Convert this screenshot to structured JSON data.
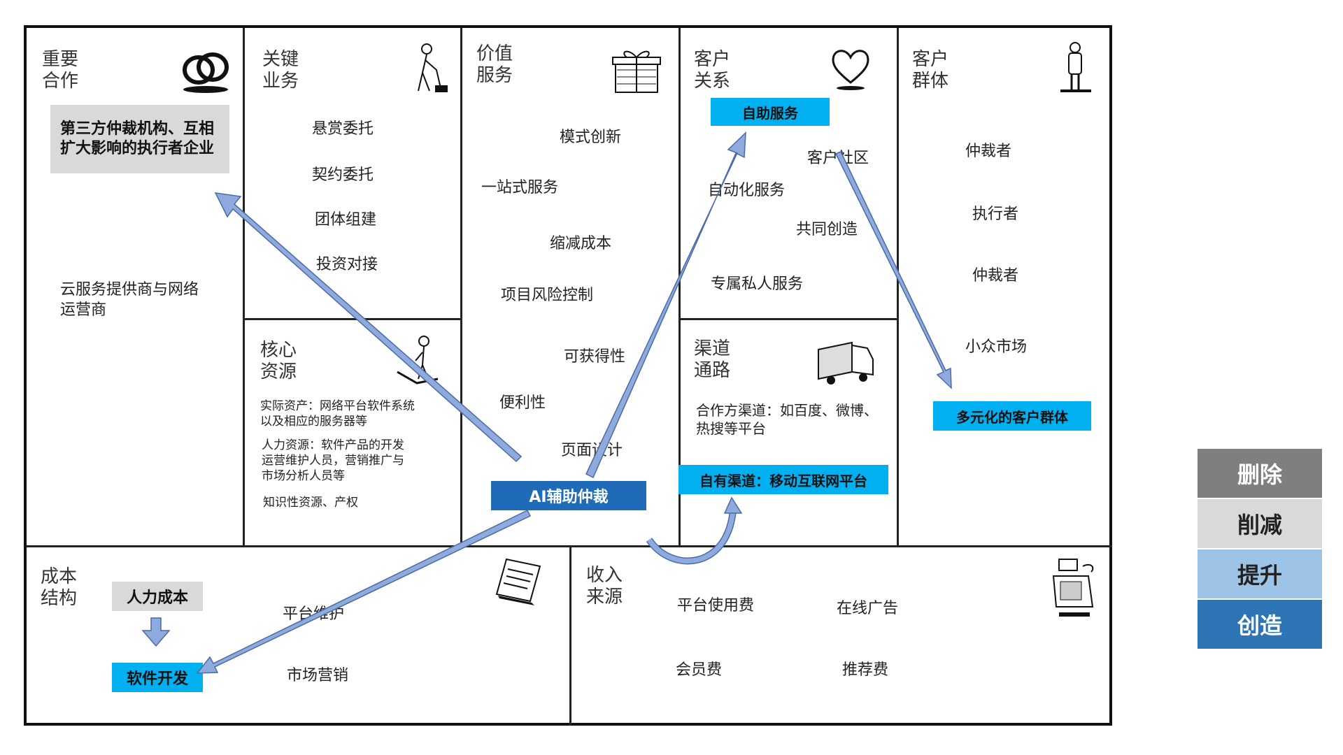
{
  "sections": {
    "key_partners": {
      "title": "重要\n合作",
      "highlight": "第三方仲裁机构、互相扩大影响的执行者企业",
      "items": [
        "云服务提供商与网络运营商"
      ]
    },
    "key_activities": {
      "title": "关键\n业务",
      "items": [
        "悬赏委托",
        "契约委托",
        "团体组建",
        "投资对接"
      ]
    },
    "key_resources": {
      "title": "核心\n资源",
      "items": [
        "实际资产：网络平台软件系统以及相应的服务器等",
        "人力资源：软件产品的开发运营维护人员，营销推广与市场分析人员等",
        "知识性资源、产权"
      ]
    },
    "value_propositions": {
      "title": "价值\n服务",
      "items": [
        "模式创新",
        "一站式服务",
        "缩减成本",
        "项目风险控制",
        "可获得性",
        "便利性",
        "页面设计"
      ],
      "highlight": "AI辅助仲裁"
    },
    "customer_relationships": {
      "title": "客户\n关系",
      "highlight": "自助服务",
      "items": [
        "客户社区",
        "自动化服务",
        "共同创造",
        "专属私人服务"
      ]
    },
    "channels": {
      "title": "渠道\n通路",
      "items": [
        "合作方渠道：如百度、微博、热搜等平台"
      ],
      "highlight": "自有渠道：移动互联网平台"
    },
    "customer_segments": {
      "title": "客户\n群体",
      "items": [
        "仲裁者",
        "执行者",
        "仲裁者",
        "小众市场"
      ],
      "highlight": "多元化的客户群体"
    },
    "cost_structure": {
      "title": "成本\n结构",
      "highlight_gray": "人力成本",
      "highlight_cyan": "软件开发",
      "items": [
        "平台维护",
        "市场营销"
      ]
    },
    "revenue_streams": {
      "title": "收入\n来源",
      "items": [
        "平台使用费",
        "在线广告",
        "会员费",
        "推荐费"
      ]
    }
  },
  "legend": [
    {
      "label": "删除",
      "color": "#7f7f7f"
    },
    {
      "label": "削减",
      "color": "#d9d9d9"
    },
    {
      "label": "提升",
      "color": "#9dc3e6"
    },
    {
      "label": "创造",
      "color": "#2e75b6"
    }
  ],
  "icons": [
    "rings-icon",
    "worker-mopping-icon",
    "gift-box-icon",
    "heart-icon",
    "person-icon",
    "worker-icon",
    "truck-icon",
    "receipt-icon",
    "cash-register-icon"
  ],
  "colors": {
    "arrow": "#8faadc",
    "cyan": "#00b0f0",
    "navy": "#1f6bb8",
    "gray_box": "#d9d9d9"
  }
}
